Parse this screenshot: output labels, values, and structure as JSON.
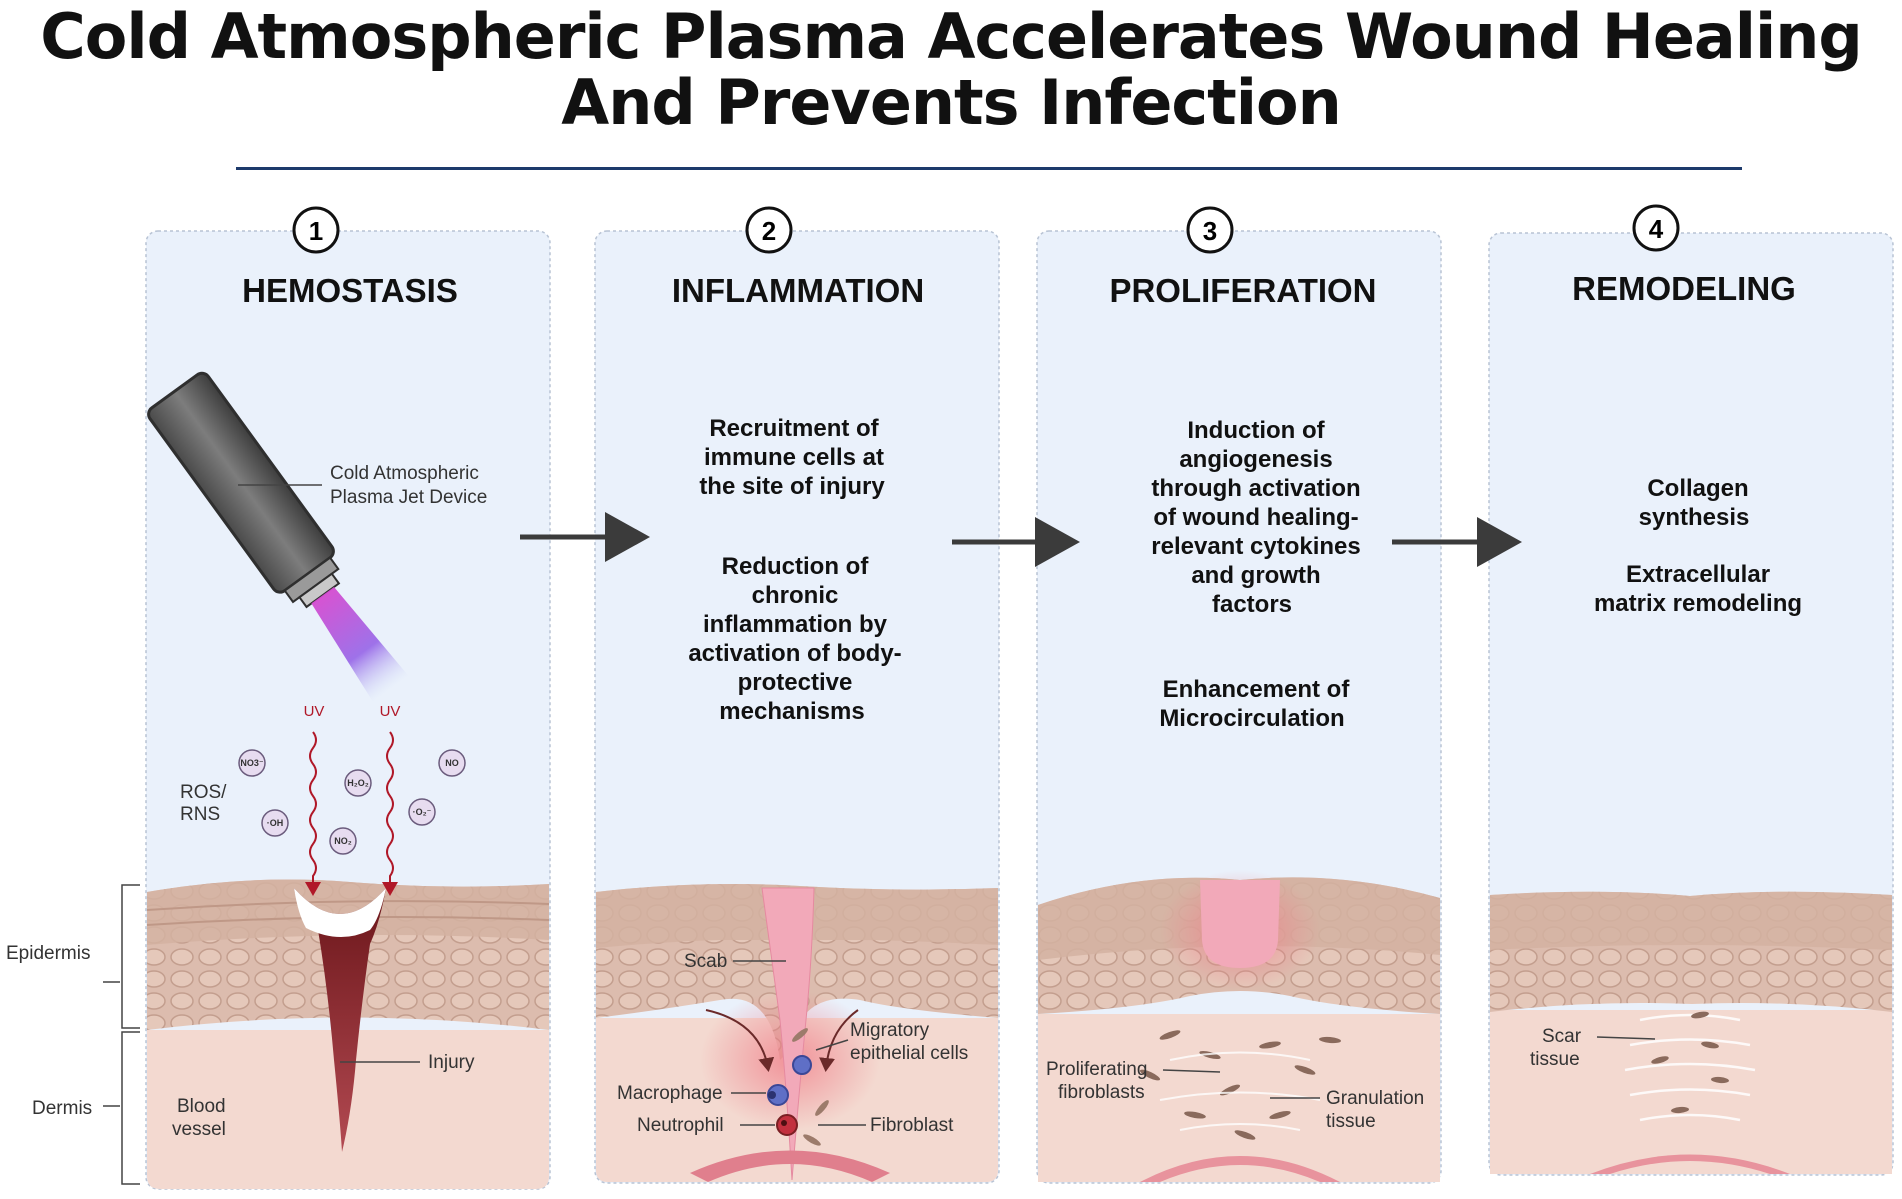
{
  "title": {
    "line1": "Cold Atmospheric Plasma Accelerates Wound Healing",
    "line2": "And Prevents Infection"
  },
  "stages": [
    {
      "number": "1",
      "heading": "HEMOSTASIS"
    },
    {
      "number": "2",
      "heading": "INFLAMMATION"
    },
    {
      "number": "3",
      "heading": "PROLIFERATION"
    },
    {
      "number": "4",
      "heading": "REMODELING"
    }
  ],
  "stage2_text": {
    "block1": [
      "Recruitment of",
      "immune cells at",
      "the site of injury"
    ],
    "block2": [
      "Reduction of",
      "chronic",
      "inflammation by",
      "activation of body-",
      "protective",
      "mechanisms"
    ]
  },
  "stage3_text": {
    "block1": [
      "Induction of",
      "angiogenesis",
      "through activation",
      "of wound healing-",
      "relevant cytokines",
      "and growth",
      "factors"
    ],
    "block2": [
      "Enhancement of",
      "Microcirculation"
    ]
  },
  "stage4_text": {
    "block1": [
      "Collagen",
      "synthesis"
    ],
    "block2": [
      "Extracellular",
      "matrix remodeling"
    ]
  },
  "device_label": [
    "Cold Atmospheric",
    "Plasma Jet Device"
  ],
  "uv_labels": [
    "UV",
    "UV"
  ],
  "ros_label": [
    "ROS/",
    "RNS"
  ],
  "molecules": [
    "NO3⁻",
    "H₂O₂",
    "NO",
    "·OH",
    "NO₂",
    "·O₂⁻"
  ],
  "layer_labels": {
    "epidermis": "Epidermis",
    "dermis": "Dermis"
  },
  "stage1_labels": {
    "injury": "Injury",
    "blood_vessel": [
      "Blood",
      "vessel"
    ]
  },
  "stage2_labels": {
    "scab": "Scab",
    "migratory": [
      "Migratory",
      "epithelial cells"
    ],
    "macrophage": "Macrophage",
    "neutrophil": "Neutrophil",
    "fibroblast": "Fibroblast"
  },
  "stage3_labels": {
    "proliferating": [
      "Proliferating",
      "fibroblasts"
    ],
    "granulation": [
      "Granulation",
      "tissue"
    ]
  },
  "stage4_labels": {
    "scar": [
      "Scar",
      "tissue"
    ]
  },
  "colors": {
    "panel_bg": "#eaf1fb",
    "epidermis": "#d8b4a6",
    "dermis": "#f3d9d0",
    "wound_blood": "#7a1f23",
    "scab": "#f2a9b9",
    "arrow": "#3b3b3b",
    "title_rule": "#1d3a6b",
    "uv": "#b01828"
  }
}
